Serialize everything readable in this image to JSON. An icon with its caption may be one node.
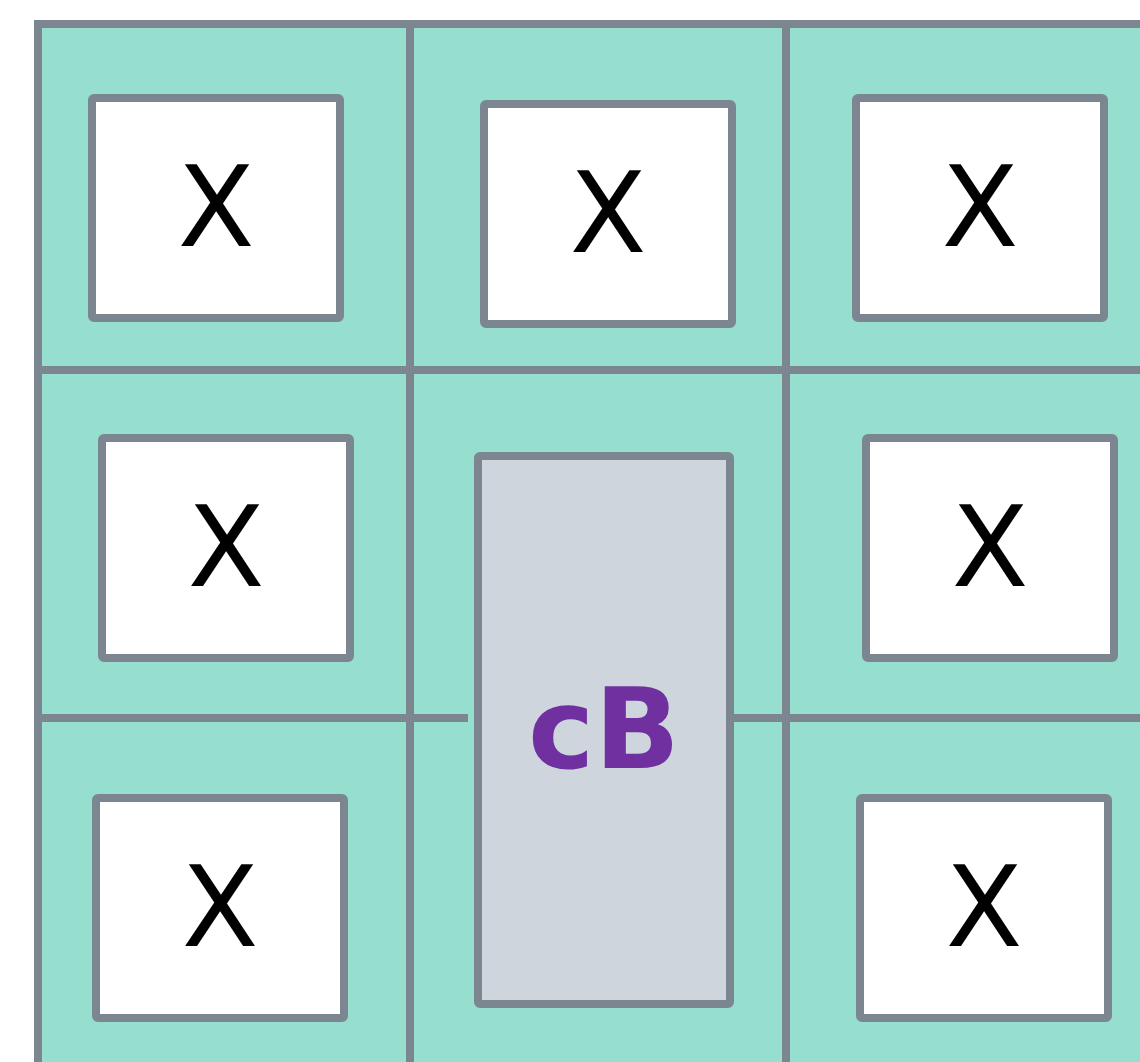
{
  "diagram": {
    "nodes": [
      {
        "text": [],
        "shape": "box"
      },
      {
        "text": [
          "X"
        ],
        "in": 0
      },
      {
        "text": [],
        "shape": "box"
      },
      {
        "text": [
          "X"
        ],
        "in": 2
      },
      {
        "text": [],
        "shape": "box"
      },
      {
        "text": [
          "X"
        ],
        "in": 4
      },
      {
        "text": [],
        "shape": "box"
      },
      {
        "text": [
          "X"
        ],
        "in": 6
      },
      {
        "text": [
          "cB"
        ]
      },
      {
        "text": [],
        "shape": "box"
      },
      {
        "text": [
          "X"
        ],
        "in": 9
      },
      {
        "text": [],
        "shape": "box"
      },
      {
        "text": [
          "X"
        ],
        "in": 11
      },
      {
        "text": [],
        "shape": "box"
      },
      {
        "text": [
          "X"
        ],
        "in": 13
      }
    ]
  }
}
